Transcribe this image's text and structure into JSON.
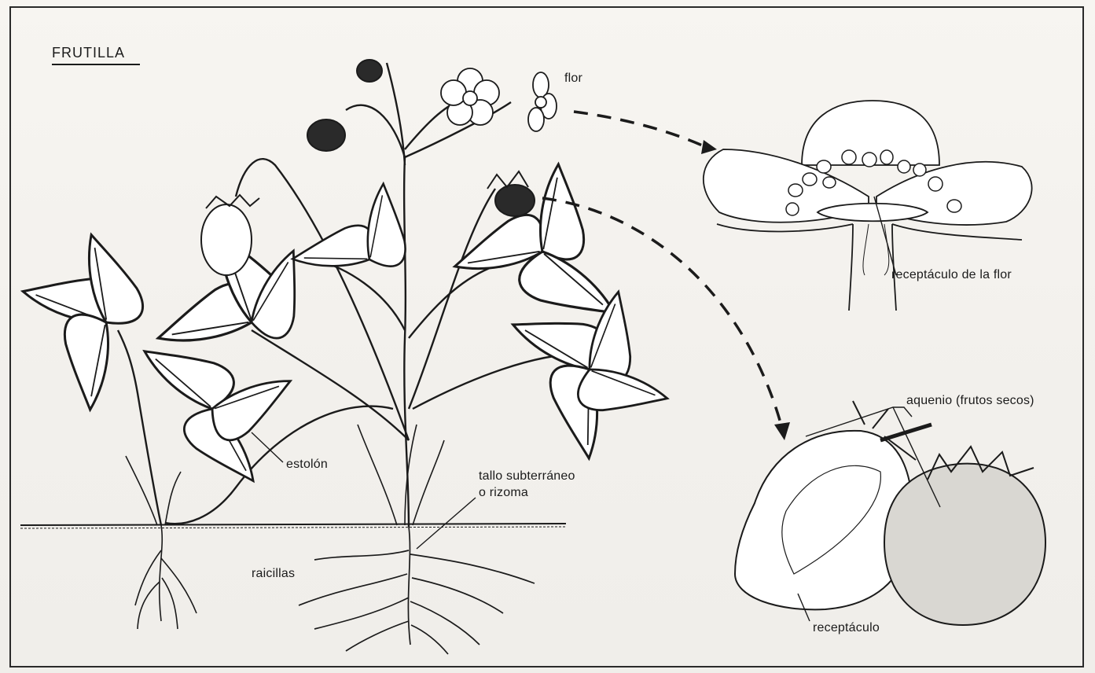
{
  "title": "FRUTILLA",
  "labels": {
    "flor": "flor",
    "receptaculo_flor": "receptáculo de la flor",
    "aquenio": "aquenio  (frutos secos)",
    "receptaculo": "receptáculo",
    "estolon": "estolón",
    "tallo_line1": "tallo subterráneo",
    "tallo_line2": "o rizoma",
    "raicillas": "raicillas"
  },
  "colors": {
    "ink": "#1b1b1b",
    "paper": "#f5f3ef"
  }
}
